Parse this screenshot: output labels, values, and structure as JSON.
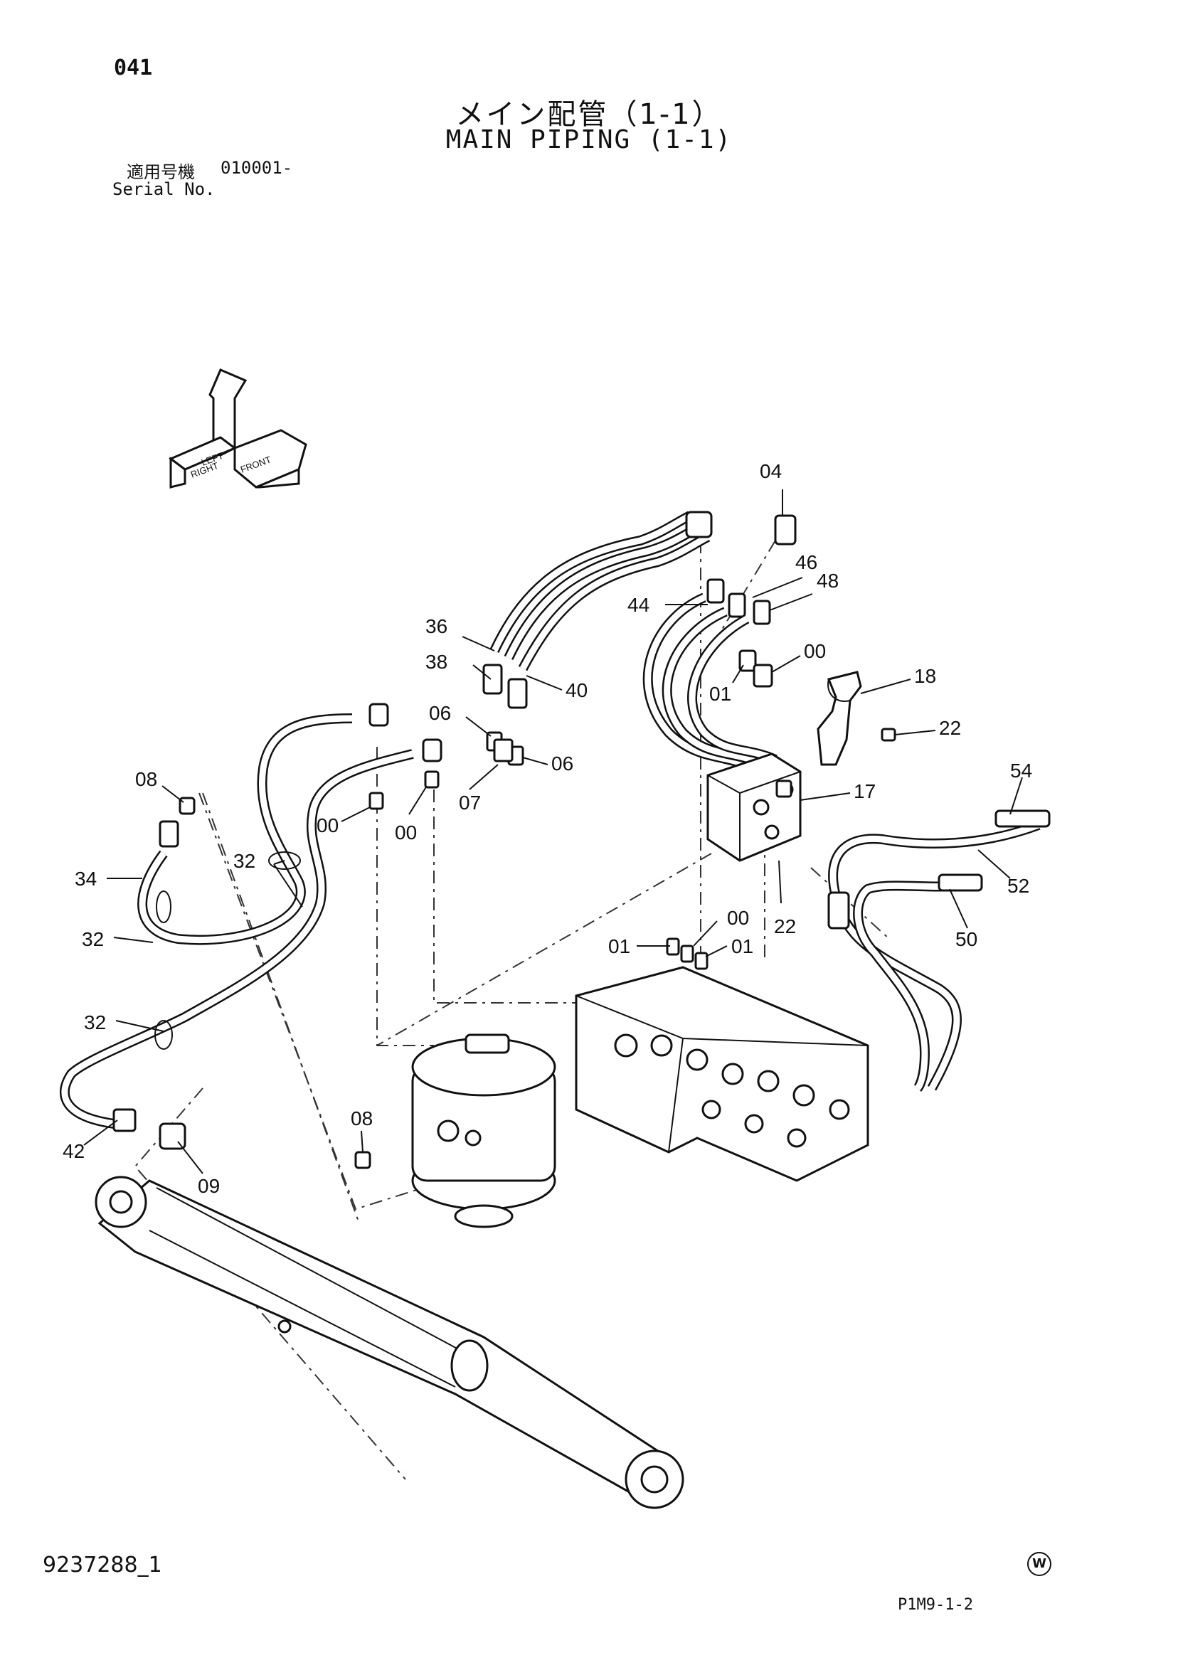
{
  "header": {
    "page_no": "041",
    "title_jp": "メイン配管（1-1）",
    "title_en": "MAIN PIPING (1-1)",
    "serial_label_jp": "適用号機",
    "serial_value": "010001-",
    "serial_label_en": "Serial No."
  },
  "orientation_icon": {
    "labels": [
      "LEFT",
      "RIGHT",
      "FRONT"
    ]
  },
  "callouts": {
    "c04": "04",
    "c46": "46",
    "c48": "48",
    "c44": "44",
    "c36": "36",
    "c38": "38",
    "c40": "40",
    "c00a": "00",
    "c01a": "01",
    "c18": "18",
    "c22a": "22",
    "c06a": "06",
    "c06b": "06",
    "c07": "07",
    "c08a": "08",
    "c00b": "00",
    "c00c": "00",
    "c17": "17",
    "c54": "54",
    "c52": "52",
    "c32a": "32",
    "c34": "34",
    "c32b": "32",
    "c22b": "22",
    "c50": "50",
    "c00d": "00",
    "c01b": "01",
    "c01c": "01",
    "c32c": "32",
    "c42": "42",
    "c09": "09",
    "c08b": "08"
  },
  "footer": {
    "doc_number": "9237288_1",
    "w_mark": "W",
    "page_code": "P1M9-1-2"
  }
}
